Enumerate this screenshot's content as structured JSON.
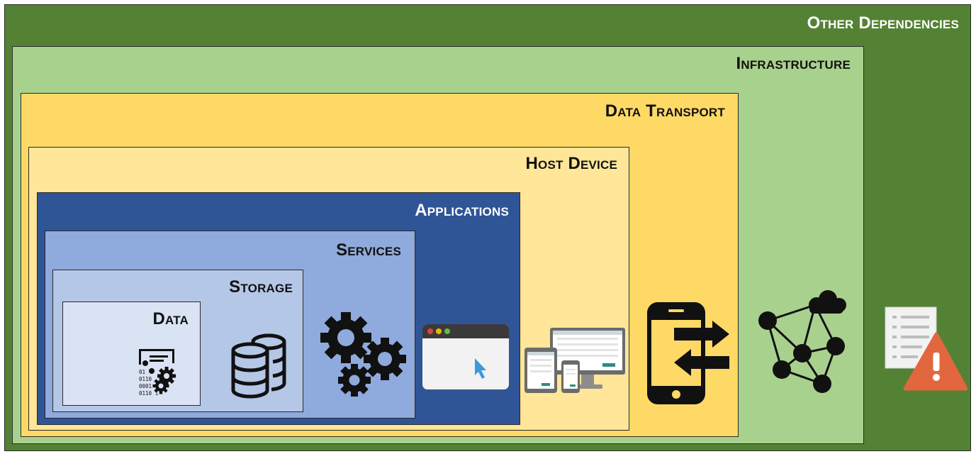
{
  "diagram": {
    "layers": {
      "other_dependencies": "Other Dependencies",
      "infrastructure": "Infrastructure",
      "data_transport": "Data Transport",
      "host_device": "Host Device",
      "applications": "Applications",
      "services": "Services",
      "storage": "Storage",
      "data": "Data"
    },
    "binary_text": [
      "01",
      "0110",
      "0001",
      "0110 1"
    ],
    "colors": {
      "other_dependencies": "#548235",
      "infrastructure": "#a9d18e",
      "data_transport": "#ffd966",
      "host_device": "#ffe699",
      "applications": "#2f5597",
      "services": "#8faadc",
      "storage": "#b4c7e7",
      "data": "#dae3f3"
    },
    "icons": [
      "data-file-gears-icon",
      "database-icon",
      "gears-icon",
      "browser-window-icon",
      "multi-device-icon",
      "phone-data-transfer-icon",
      "cloud-network-icon",
      "document-warning-icon"
    ]
  }
}
